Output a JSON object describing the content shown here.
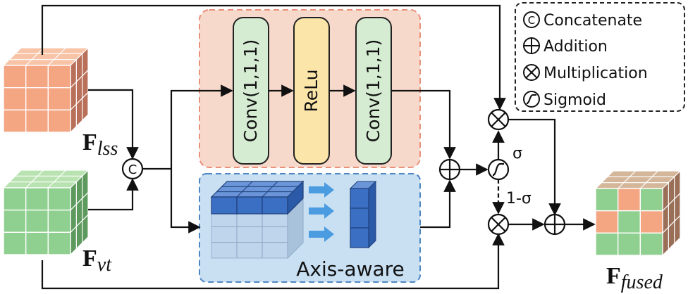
{
  "inputs": {
    "lss": {
      "main": "F",
      "sub": "lss"
    },
    "vt": {
      "main": "F",
      "sub": "vt"
    }
  },
  "output": {
    "main": "F",
    "sub": "fused"
  },
  "concat_symbol": "C",
  "top_branch": {
    "conv1": "Conv(1,1,1)",
    "relu": "ReLu",
    "conv2": "Conv(1,1,1)"
  },
  "bottom_branch": {
    "label": "Axis-aware"
  },
  "gates": {
    "sigma": "σ",
    "one_minus_sigma": "1-σ"
  },
  "legend": {
    "items": [
      {
        "icon": "concatenate-icon",
        "label": "Concatenate"
      },
      {
        "icon": "addition-icon",
        "label": "Addition"
      },
      {
        "icon": "multiplication-icon",
        "label": "Multiplication"
      },
      {
        "icon": "sigmoid-icon",
        "label": "Sigmoid"
      }
    ]
  },
  "colors": {
    "lss_front": "#f4a582",
    "lss_top": "#f8c4a8",
    "lss_side": "#b9705a",
    "vt_front": "#8fcf8f",
    "vt_top": "#b8e2b0",
    "vt_side": "#5e9a5e",
    "top_branch_fill": "#f7d9cc",
    "top_branch_border": "#e8907a",
    "bottom_branch_fill": "#c9e0f3",
    "bottom_branch_border": "#4d86c2",
    "conv_fill": "#d5ecd2",
    "relu_fill": "#fbe5a8",
    "cube_blue": "#3b6fc4"
  }
}
